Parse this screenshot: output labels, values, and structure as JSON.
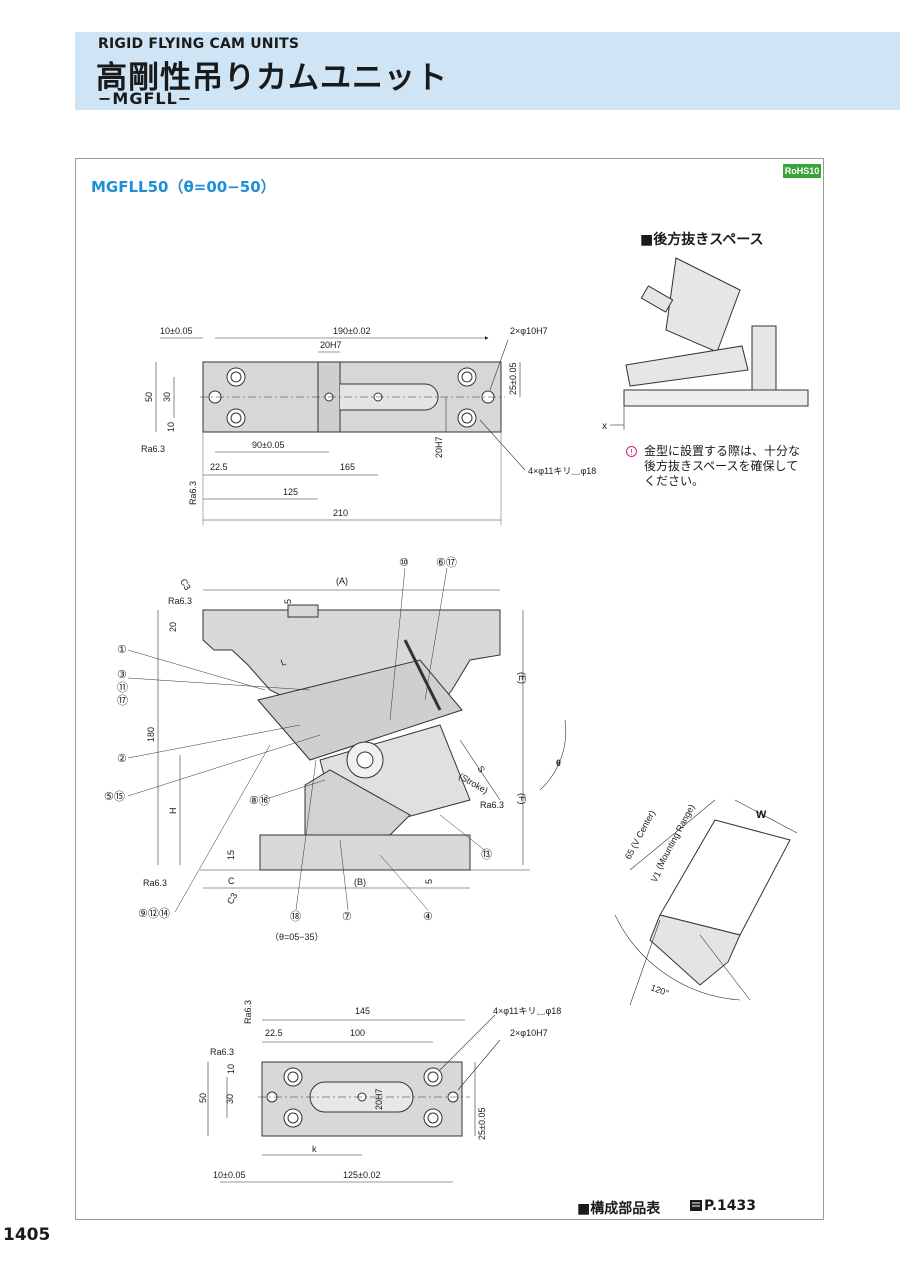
{
  "header": {
    "en_title": "RIGID FLYING CAM UNITS",
    "jp_title": "高剛性吊りカムユニット",
    "code": "−MGFLL−"
  },
  "model_title": "MGFLL50（θ=00−50）",
  "rohs": "RoHS10",
  "back_space": {
    "title": "■後方抜きスペース",
    "note_lines": [
      "金型に設置する際は、十分な",
      "後方抜きスペースを確保して",
      "ください。"
    ],
    "x_label": "x"
  },
  "top_view": {
    "dims": {
      "d10": "10±0.05",
      "d190": "190±0.02",
      "d20h7": "20H7",
      "holes2": "2×φ10H7",
      "d25": "25±0.05",
      "d50": "50",
      "d30": "30",
      "d10v": "10",
      "ra": "Ra6.3",
      "d90": "90±0.05",
      "d20h7v": "20H7",
      "d225": "22.5",
      "d165": "165",
      "holes4": "4×φ11キリ␣φ18",
      "ra2": "Ra6.3",
      "d125": "125",
      "d210": "210"
    }
  },
  "side_view": {
    "labels": {
      "c3": "C3",
      "ra_top": "Ra6.3",
      "d5": "5",
      "A": "(A)",
      "d20": "20",
      "E": "(E)",
      "F": "(F)",
      "L": "L",
      "d180": "180",
      "H": "H",
      "d15": "15",
      "ra_bot": "Ra6.3",
      "C": "C",
      "c3b": "C3",
      "B": "(B)",
      "d5b": "5",
      "S": "S",
      "stroke": "(Stroke)",
      "ra_mid": "Ra6.3",
      "theta": "θ",
      "theta_range": "（θ=05−35）"
    },
    "callouts": [
      "①",
      "③",
      "⑪",
      "⑰",
      "②",
      "⑤⑮",
      "⑧⑯",
      "⑨⑫⑭",
      "⑱",
      "⑦",
      "④",
      "⑬",
      "⑩",
      "⑥⑰"
    ]
  },
  "angled_view": {
    "labels": {
      "W": "W",
      "v_center": "65 (V Center)",
      "mounting": "(Mounting Range)",
      "v1": "V1",
      "angle": "120°"
    }
  },
  "bottom_view": {
    "dims": {
      "ra_top": "Ra6.3",
      "d145": "145",
      "holes4": "4×φ11キリ␣φ18",
      "d225": "22.5",
      "d100": "100",
      "holes2": "2×φ10H7",
      "ra_left": "Ra6.3",
      "d10": "10",
      "d50": "50",
      "d30": "30",
      "d20h7": "20H7",
      "d25": "25±0.05",
      "k": "k",
      "d10b": "10±0.05",
      "d125": "125±0.02"
    }
  },
  "footer": {
    "parts_ref": "■構成部品表",
    "ref_page": "P.1433",
    "page_number": "1405"
  }
}
